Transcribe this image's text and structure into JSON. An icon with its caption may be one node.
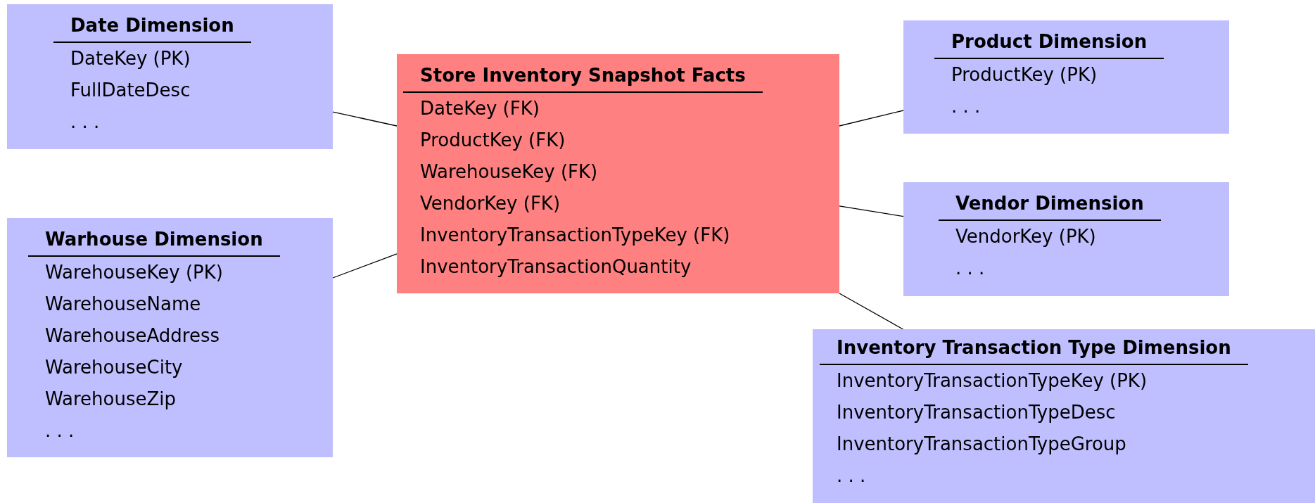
{
  "diagram": {
    "nodes": [
      {
        "text": [
          "Date Dimension",
          "DateKey (PK)",
          "FullDateDesc",
          ". . ."
        ]
      },
      {
        "text": [
          "Warhouse Dimension",
          "WarehouseKey (PK)",
          "WarehouseName",
          "WarehouseAddress",
          "WarehouseCity",
          "WarehouseZip",
          ". . ."
        ]
      },
      {
        "text": [
          "Store Inventory Snapshot Facts",
          "DateKey (FK)",
          "ProductKey (FK)",
          "WarehouseKey (FK)",
          "VendorKey (FK)",
          "InventoryTransactionTypeKey (FK)",
          "InventoryTransactionQuantity"
        ]
      },
      {
        "text": [
          "Product Dimension",
          "ProductKey (PK)",
          ". . ."
        ]
      },
      {
        "text": [
          "Vendor Dimension",
          "VendorKey (PK)",
          ". . ."
        ]
      },
      {
        "text": [
          "Inventory Transaction Type Dimension",
          "InventoryTransactionTypeKey (PK)",
          "InventoryTransactionTypeDesc",
          "InventoryTransactionTypeGroup",
          ". . ."
        ]
      }
    ],
    "edges": [
      {
        "from": 2,
        "to": 0,
        "arrow": "none"
      },
      {
        "from": 2,
        "to": 1,
        "arrow": "none"
      },
      {
        "from": 2,
        "to": 3,
        "arrow": "none"
      },
      {
        "from": 2,
        "to": 4,
        "arrow": "none"
      },
      {
        "from": 2,
        "to": 5,
        "arrow": "none"
      }
    ]
  }
}
